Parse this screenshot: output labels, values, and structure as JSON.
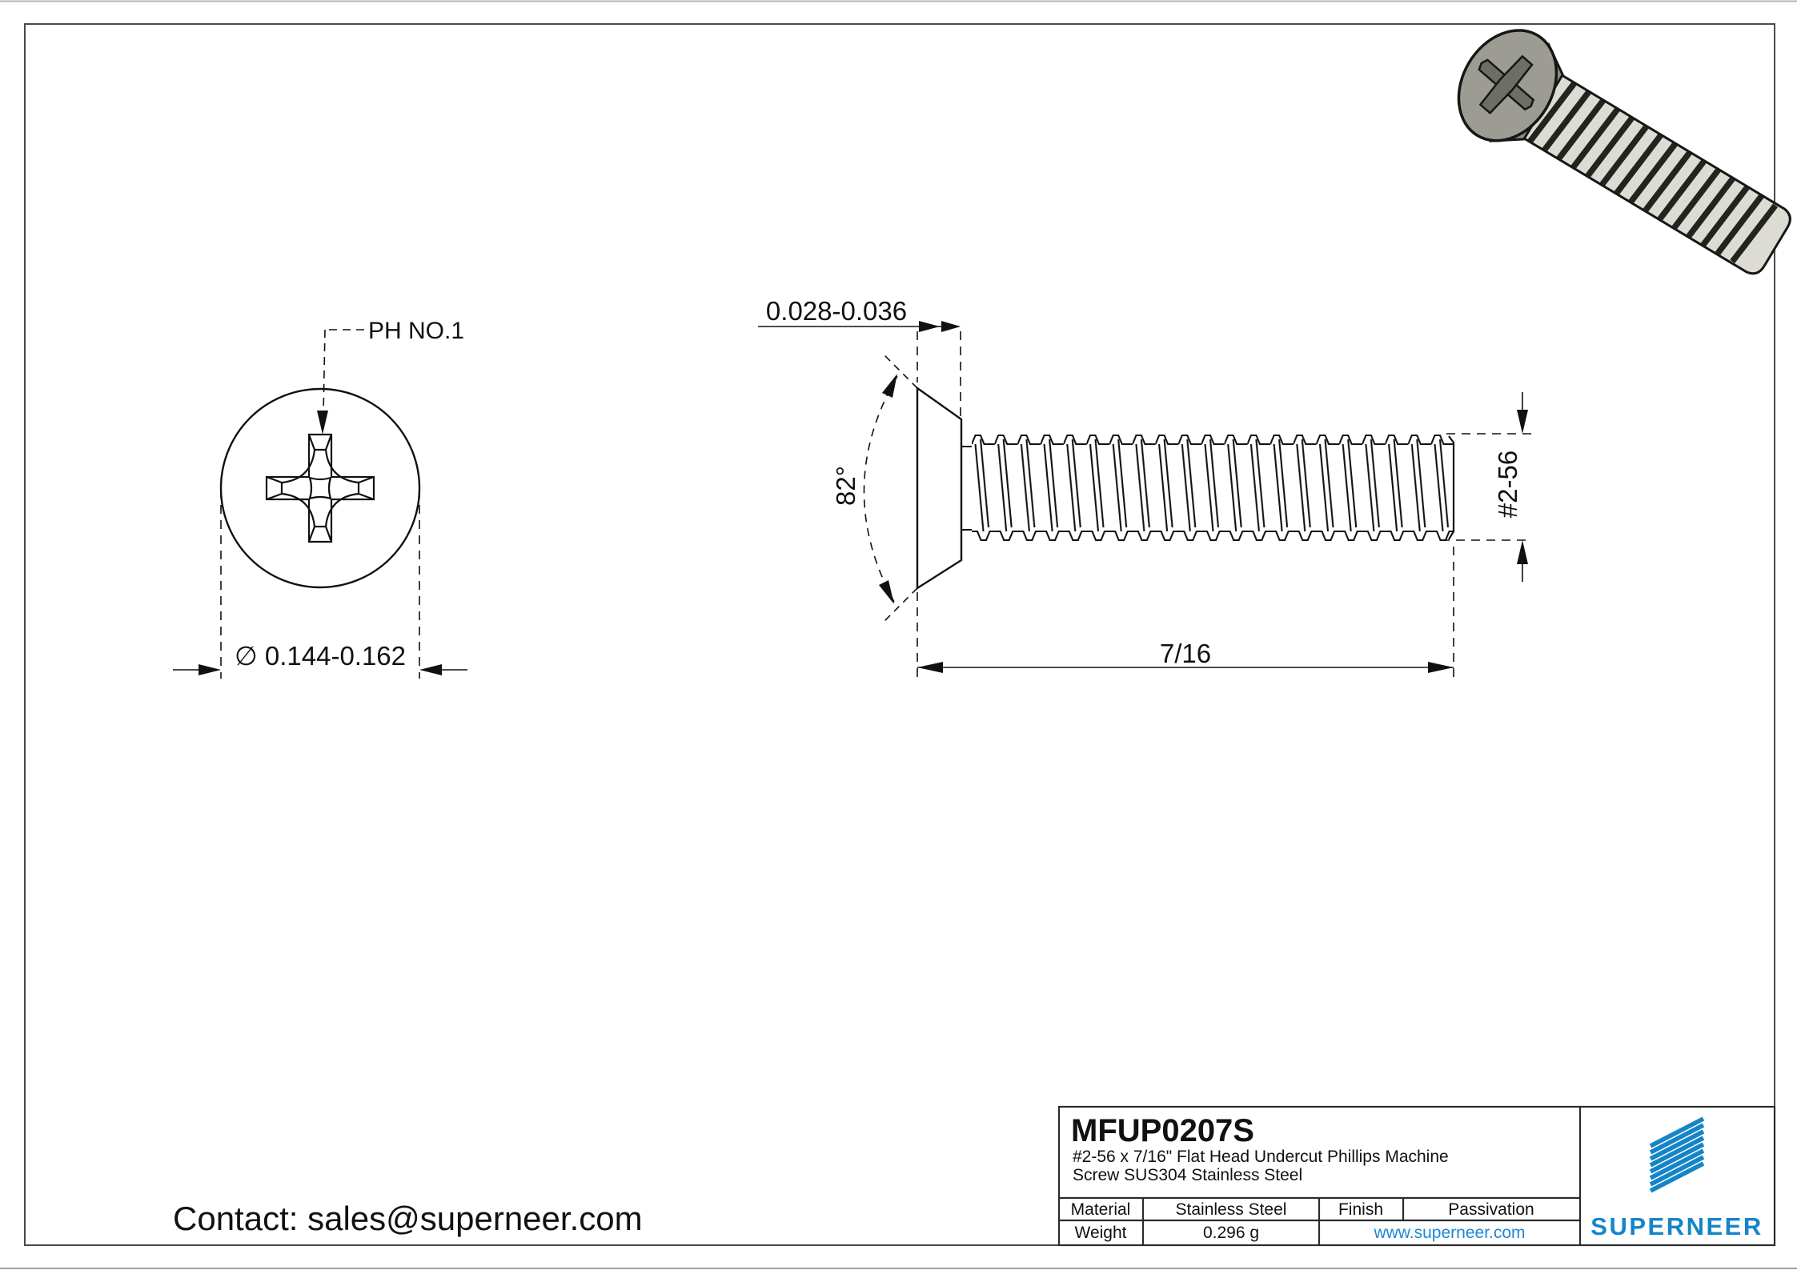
{
  "dims": {
    "ph_label": "PH NO.1",
    "head_dia": "∅ 0.144-0.162",
    "head_height": "0.028-0.036",
    "angle": "82°",
    "thread_size": "#2-56",
    "length": "7/16"
  },
  "contact": {
    "text": "Contact: sales@superneer.com"
  },
  "title_block": {
    "part_number": "MFUP0207S",
    "description_line1": "#2-56 x 7/16\" Flat Head Undercut Phillips Machine",
    "description_line2": "Screw SUS304 Stainless Steel",
    "material_label": "Material",
    "material_value": "Stainless Steel",
    "finish_label": "Finish",
    "finish_value": "Passivation",
    "weight_label": "Weight",
    "weight_value": "0.296 g",
    "website": "www.superneer.com",
    "brand": "SUPERNEER"
  },
  "colors": {
    "brand_blue": "#1585C8",
    "link_blue": "#1E88D2",
    "line_black": "#111111"
  }
}
